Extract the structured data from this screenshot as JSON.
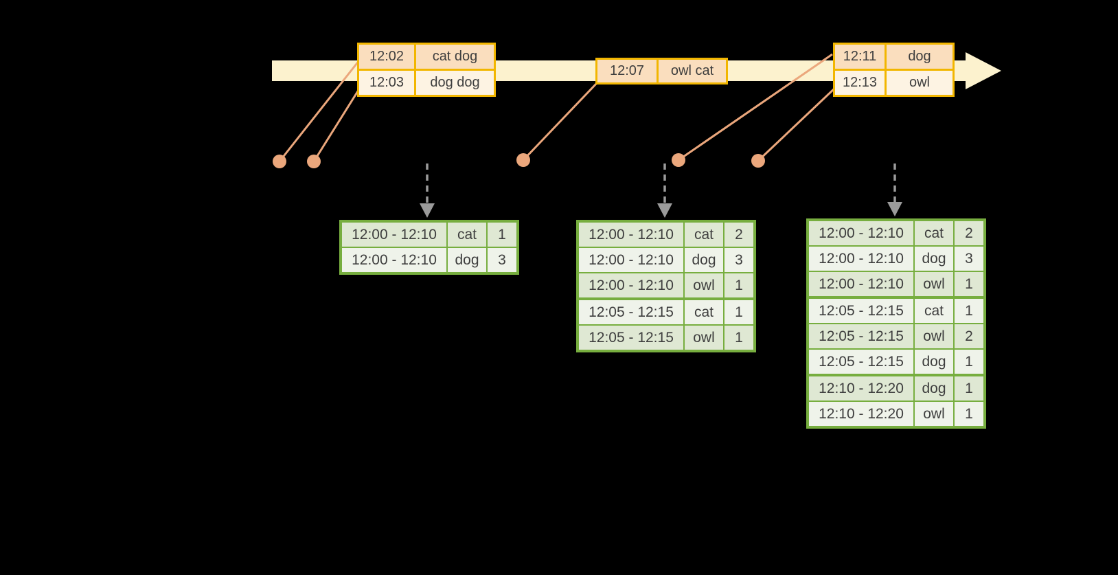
{
  "colors": {
    "background": "#000000",
    "timeline_fill": "#FCF2CE",
    "event_border": "#F2B600",
    "event_row_dark": "#FADEBE",
    "event_row_light": "#FDF3E3",
    "connector": "#EBA77C",
    "result_border": "#77AE3F",
    "result_row_dark": "#DFE8D3",
    "result_row_light": "#EFF3EA",
    "trigger_arrow": "#9B9B9B",
    "text": "#3E3E3E"
  },
  "event_tables": [
    {
      "rows": [
        {
          "time": "12:02",
          "words": "cat dog"
        },
        {
          "time": "12:03",
          "words": "dog dog"
        }
      ]
    },
    {
      "rows": [
        {
          "time": "12:07",
          "words": "owl cat"
        }
      ]
    },
    {
      "rows": [
        {
          "time": "12:11",
          "words": "dog"
        },
        {
          "time": "12:13",
          "words": "owl"
        }
      ]
    }
  ],
  "result_tables": [
    {
      "groups": [
        {
          "rows": [
            {
              "window": "12:00 - 12:10",
              "word": "cat",
              "count": "1"
            },
            {
              "window": "12:00 - 12:10",
              "word": "dog",
              "count": "3"
            }
          ]
        }
      ]
    },
    {
      "groups": [
        {
          "rows": [
            {
              "window": "12:00 - 12:10",
              "word": "cat",
              "count": "2"
            },
            {
              "window": "12:00 - 12:10",
              "word": "dog",
              "count": "3"
            },
            {
              "window": "12:00 - 12:10",
              "word": "owl",
              "count": "1"
            }
          ]
        },
        {
          "rows": [
            {
              "window": "12:05 - 12:15",
              "word": "cat",
              "count": "1"
            },
            {
              "window": "12:05 - 12:15",
              "word": "owl",
              "count": "1"
            }
          ]
        }
      ]
    },
    {
      "groups": [
        {
          "rows": [
            {
              "window": "12:00 - 12:10",
              "word": "cat",
              "count": "2"
            },
            {
              "window": "12:00 - 12:10",
              "word": "dog",
              "count": "3"
            },
            {
              "window": "12:00 - 12:10",
              "word": "owl",
              "count": "1"
            }
          ]
        },
        {
          "rows": [
            {
              "window": "12:05 - 12:15",
              "word": "cat",
              "count": "1"
            },
            {
              "window": "12:05 - 12:15",
              "word": "owl",
              "count": "2"
            },
            {
              "window": "12:05 - 12:15",
              "word": "dog",
              "count": "1"
            }
          ]
        },
        {
          "rows": [
            {
              "window": "12:10 - 12:20",
              "word": "dog",
              "count": "1"
            },
            {
              "window": "12:10 - 12:20",
              "word": "owl",
              "count": "1"
            }
          ]
        }
      ]
    }
  ]
}
